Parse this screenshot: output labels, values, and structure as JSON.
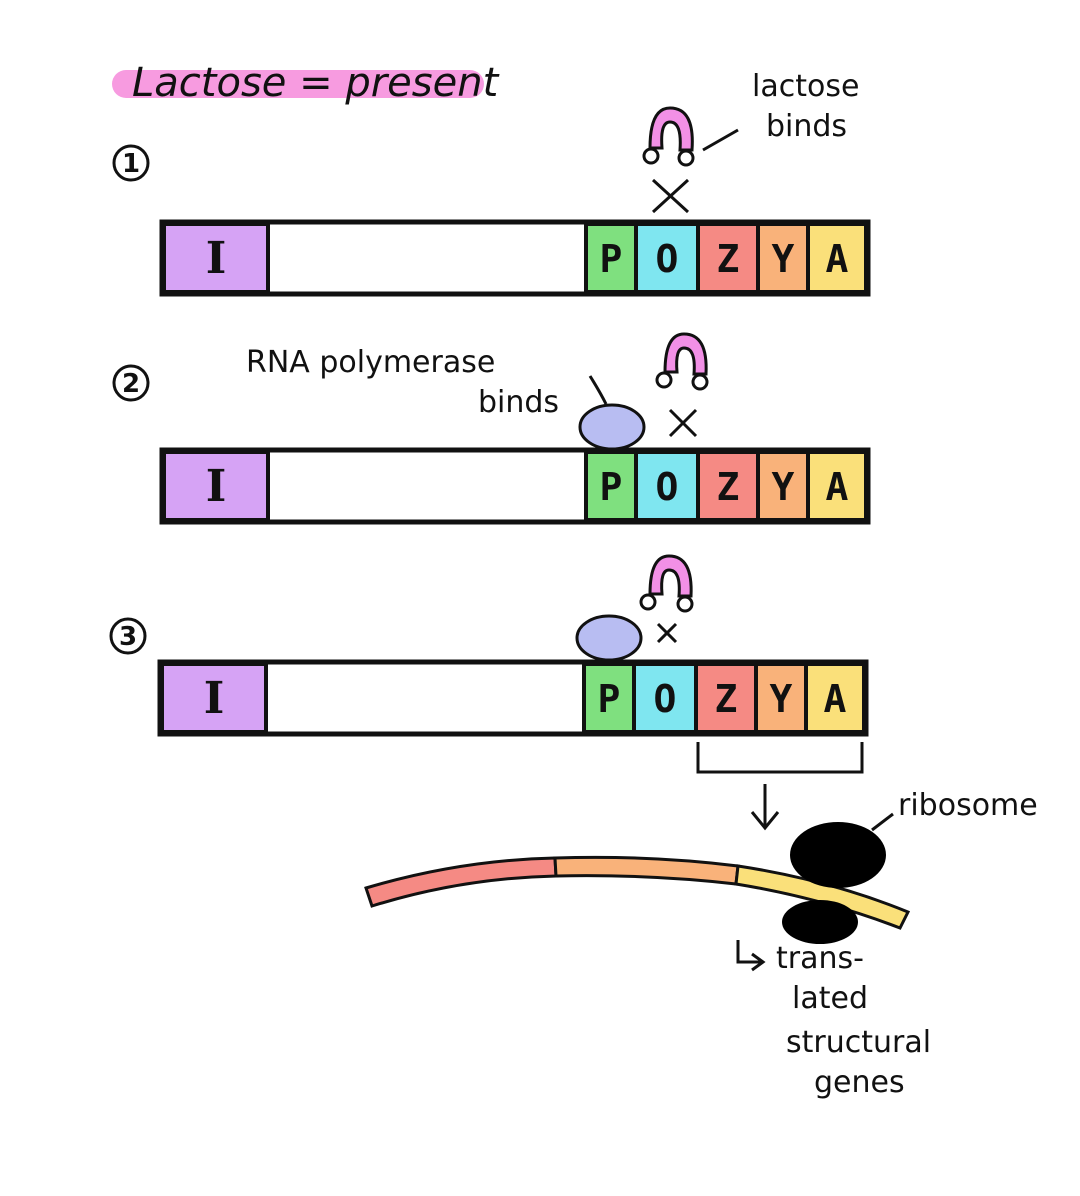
{
  "title": "Lactose = present",
  "colors": {
    "highlight": "#f47ad6",
    "I": "#d6a3f5",
    "P": "#7fe07f",
    "O": "#7fe6f0",
    "Z": "#f58a84",
    "Y": "#f9b27a",
    "A": "#fae07a",
    "polymerase": "#b8bdf2",
    "lactose": "#f290e6",
    "ribosome": "#000000",
    "mrna_z": "#f58a84",
    "mrna_y": "#f9b27a",
    "mrna_a": "#fae07a"
  },
  "steps": [
    {
      "number": "1"
    },
    {
      "number": "2"
    },
    {
      "number": "3"
    }
  ],
  "genes": [
    "I",
    "P",
    "O",
    "Z",
    "Y",
    "A"
  ],
  "labels": {
    "lactose_binds_1": "lactose",
    "lactose_binds_2": "binds",
    "rna_pol_1": "RNA polymerase",
    "rna_pol_2": "binds",
    "ribosome": "ribosome",
    "translated_1": "trans-",
    "translated_2": "lated",
    "translated_3": "structural",
    "translated_4": "genes"
  }
}
